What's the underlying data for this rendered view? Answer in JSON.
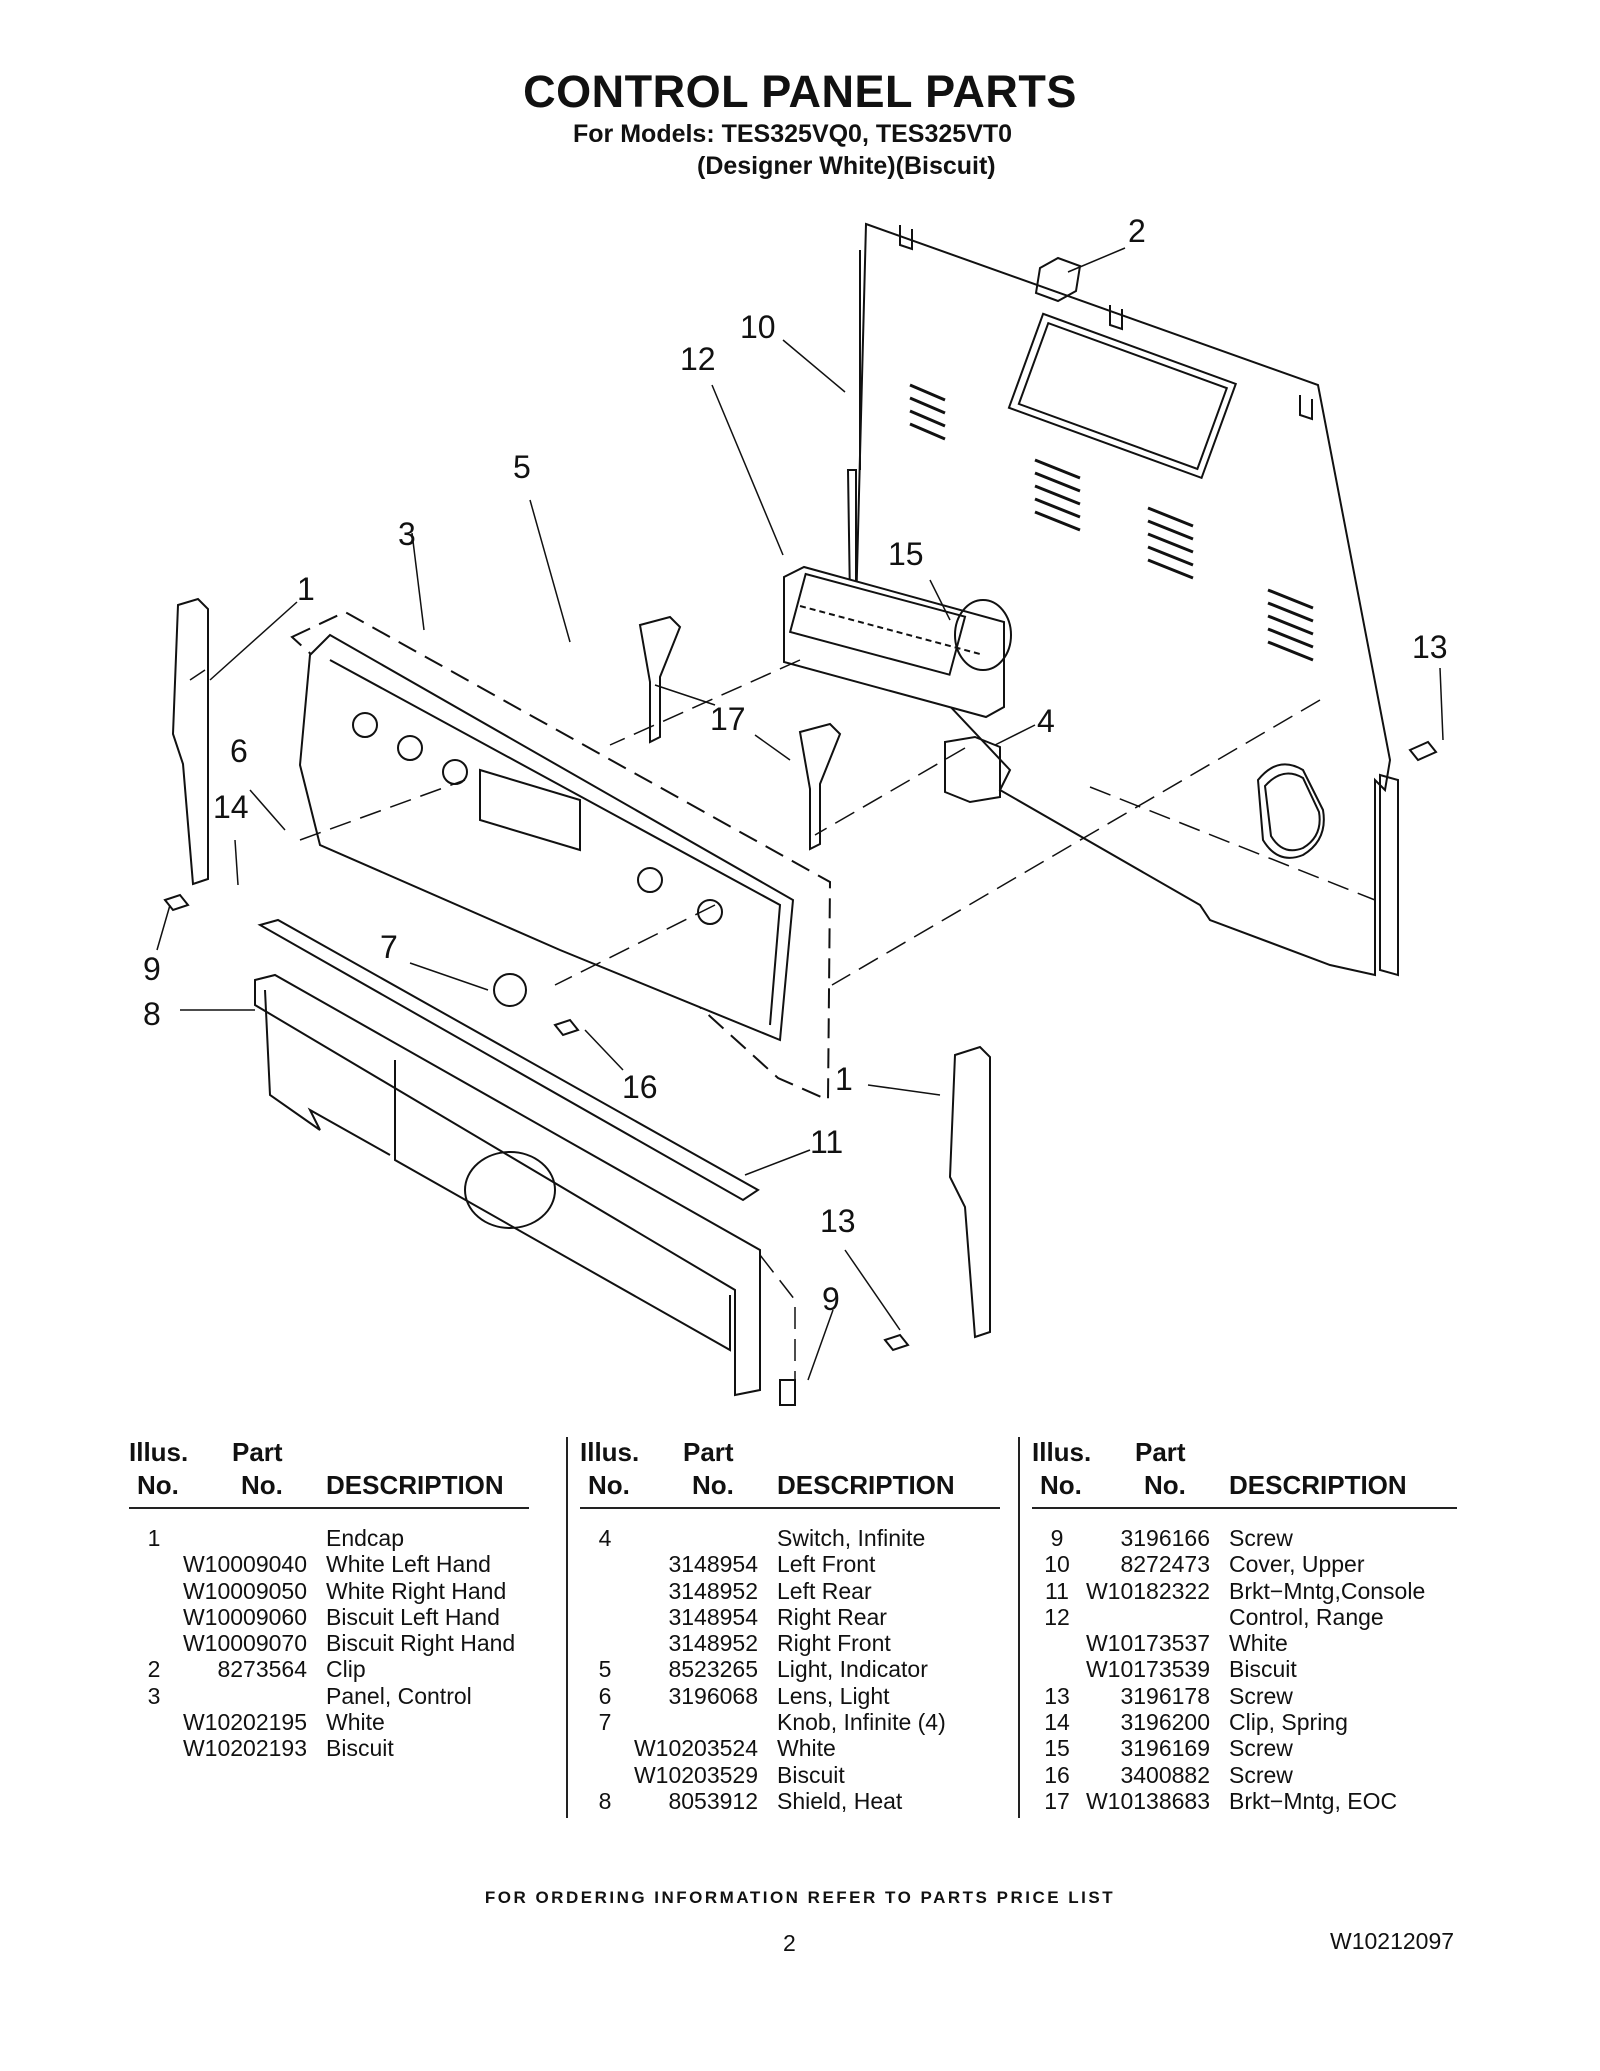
{
  "header": {
    "title": "CONTROL PANEL PARTS",
    "models_line": "For Models: TES325VQ0, TES325VT0",
    "colors_line": "(Designer White)(Biscuit)"
  },
  "callouts": [
    "2",
    "10",
    "12",
    "5",
    "3",
    "15",
    "1",
    "13",
    "17",
    "4",
    "6",
    "14",
    "9",
    "7",
    "8",
    "16",
    "1",
    "11",
    "13",
    "9"
  ],
  "table_headers": {
    "illus_1": "Illus.",
    "illus_2": "No.",
    "part_1": "Part",
    "part_2": "No.",
    "description": "DESCRIPTION"
  },
  "columns": [
    {
      "rows": [
        {
          "no": "1",
          "part": "",
          "desc": "Endcap"
        },
        {
          "no": "",
          "part": "W10009040",
          "desc": "White Left Hand"
        },
        {
          "no": "",
          "part": "W10009050",
          "desc": "White Right Hand"
        },
        {
          "no": "",
          "part": "W10009060",
          "desc": "Biscuit Left Hand"
        },
        {
          "no": "",
          "part": "W10009070",
          "desc": "Biscuit Right Hand"
        },
        {
          "no": "2",
          "part": "8273564",
          "desc": "Clip"
        },
        {
          "no": "3",
          "part": "",
          "desc": "Panel, Control"
        },
        {
          "no": "",
          "part": "W10202195",
          "desc": "White"
        },
        {
          "no": "",
          "part": "W10202193",
          "desc": "Biscuit"
        }
      ]
    },
    {
      "rows": [
        {
          "no": "4",
          "part": "",
          "desc": "Switch, Infinite"
        },
        {
          "no": "",
          "part": "3148954",
          "desc": "Left Front"
        },
        {
          "no": "",
          "part": "3148952",
          "desc": "Left Rear"
        },
        {
          "no": "",
          "part": "3148954",
          "desc": "Right Rear"
        },
        {
          "no": "",
          "part": "3148952",
          "desc": "Right Front"
        },
        {
          "no": "5",
          "part": "8523265",
          "desc": "Light, Indicator"
        },
        {
          "no": "6",
          "part": "3196068",
          "desc": "Lens, Light"
        },
        {
          "no": "7",
          "part": "",
          "desc": "Knob, Infinite (4)"
        },
        {
          "no": "",
          "part": "W10203524",
          "desc": "White"
        },
        {
          "no": "",
          "part": "W10203529",
          "desc": "Biscuit"
        },
        {
          "no": "8",
          "part": "8053912",
          "desc": "Shield, Heat"
        }
      ]
    },
    {
      "rows": [
        {
          "no": "9",
          "part": "3196166",
          "desc": "Screw"
        },
        {
          "no": "10",
          "part": "8272473",
          "desc": "Cover, Upper"
        },
        {
          "no": "11",
          "part": "W10182322",
          "desc": "Brkt−Mntg,Console"
        },
        {
          "no": "12",
          "part": "",
          "desc": "Control, Range"
        },
        {
          "no": "",
          "part": "W10173537",
          "desc": "White"
        },
        {
          "no": "",
          "part": "W10173539",
          "desc": "Biscuit"
        },
        {
          "no": "13",
          "part": "3196178",
          "desc": "Screw"
        },
        {
          "no": "14",
          "part": "3196200",
          "desc": "Clip, Spring"
        },
        {
          "no": "15",
          "part": "3196169",
          "desc": "Screw"
        },
        {
          "no": "16",
          "part": "3400882",
          "desc": "Screw"
        },
        {
          "no": "17",
          "part": "W10138683",
          "desc": "Brkt−Mntg, EOC"
        }
      ]
    }
  ],
  "footer": {
    "ordering": "FOR ORDERING INFORMATION REFER TO PARTS PRICE LIST",
    "page": "2",
    "doc_number": "W10212097"
  }
}
